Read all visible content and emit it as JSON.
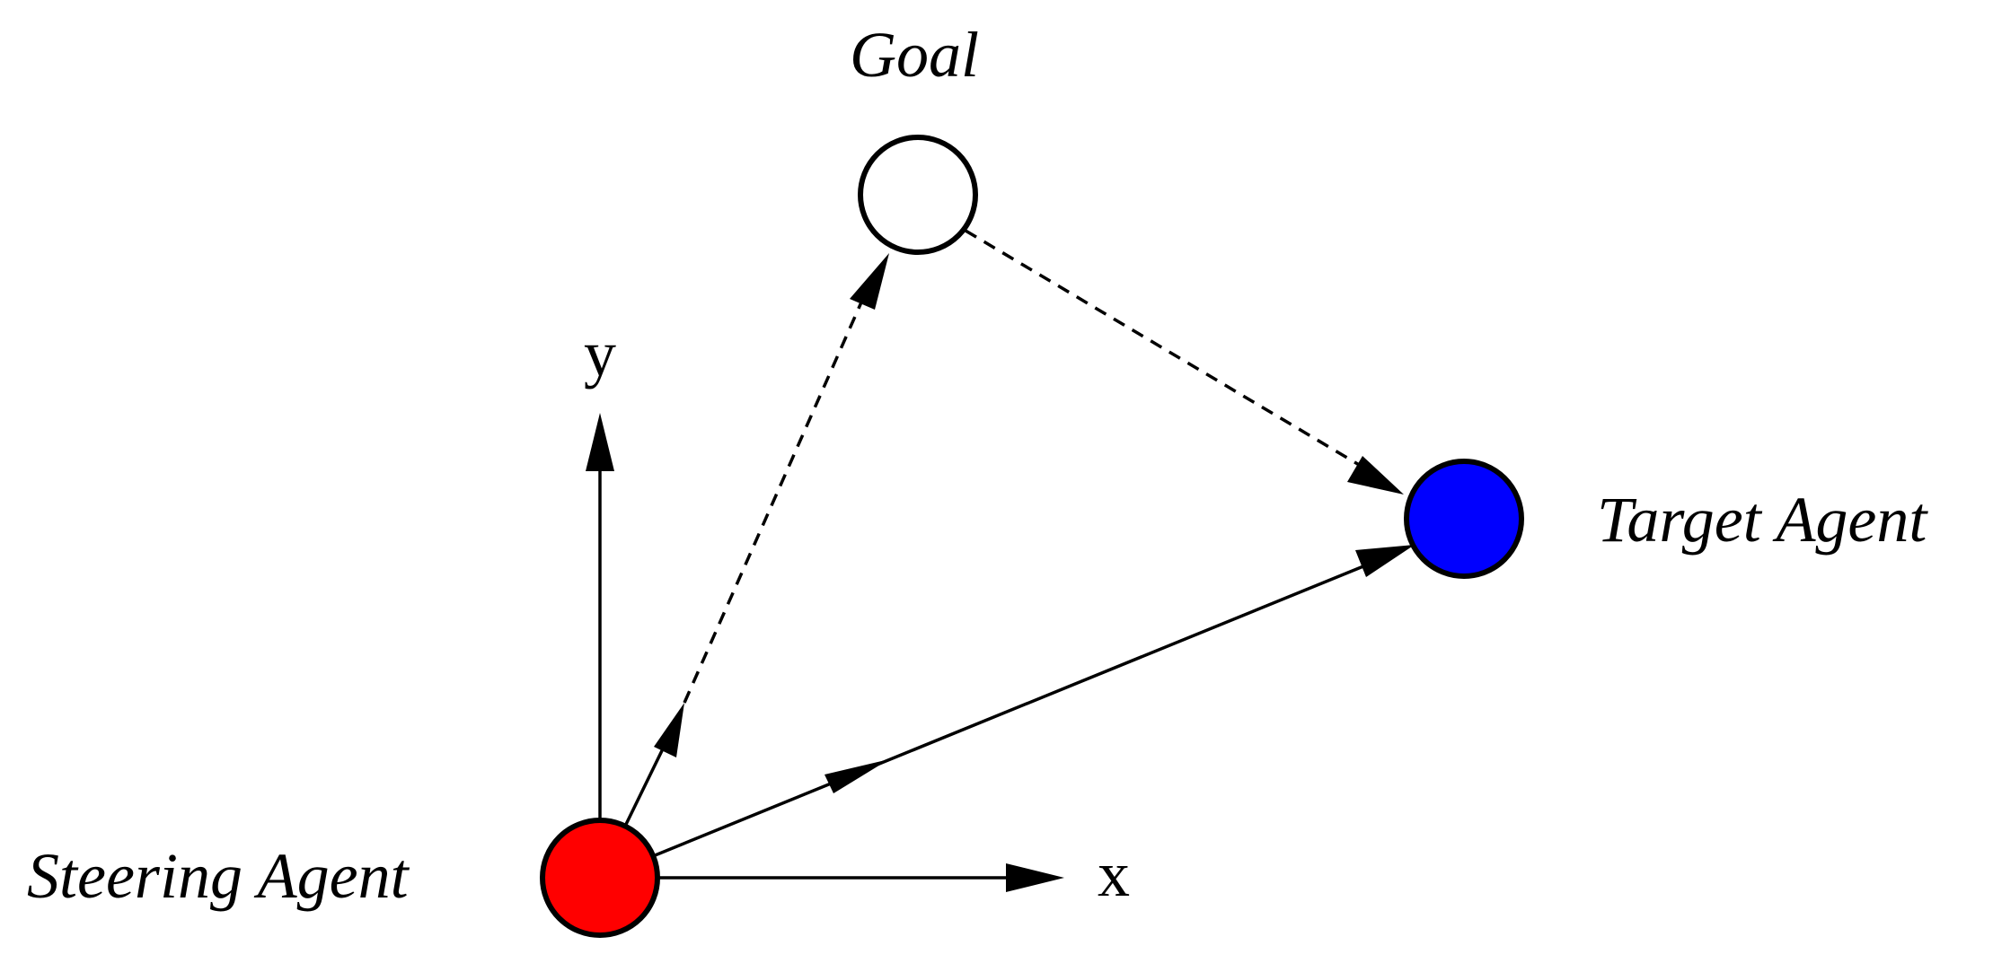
{
  "labels": {
    "goal": "Goal",
    "target": "Target Agent",
    "steering": "Steering Agent",
    "x_axis": "x",
    "y_axis": "y"
  },
  "colors": {
    "steering_agent": "#ff0000",
    "target_agent": "#0000ff",
    "goal": "#ffffff",
    "stroke": "#000000",
    "background": "#ffffff"
  },
  "edges": [
    {
      "from": "steering",
      "to": "goal",
      "style": "dashed-with-solid-start"
    },
    {
      "from": "goal",
      "to": "target",
      "style": "dashed"
    },
    {
      "from": "steering",
      "to": "target",
      "style": "solid"
    }
  ]
}
